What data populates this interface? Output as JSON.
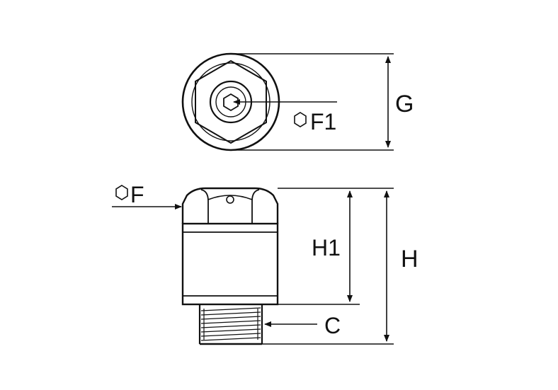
{
  "labels": {
    "g": "G",
    "f1": "F1",
    "f": "F",
    "h1": "H1",
    "h": "H",
    "c": "C"
  },
  "icons": {
    "hex_symbol": "hexagon-outline-icon"
  },
  "colors": {
    "line": "#111111",
    "background": "#ffffff"
  }
}
